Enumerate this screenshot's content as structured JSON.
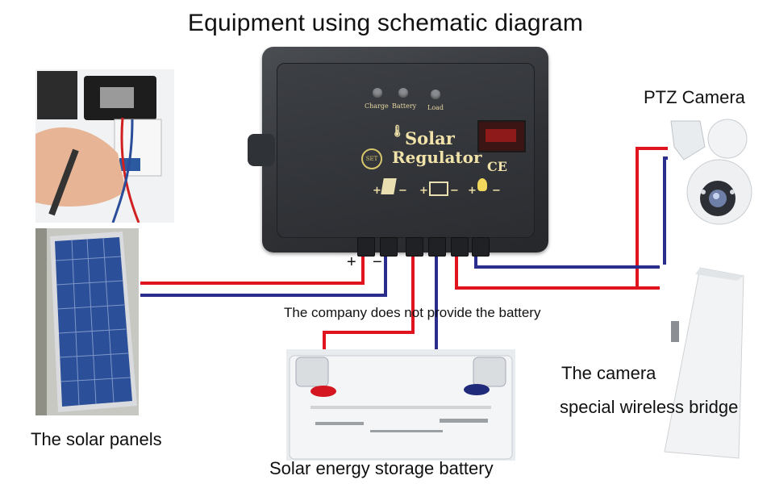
{
  "title": "Equipment using schematic diagram",
  "regulator": {
    "led_labels": [
      "Charge",
      "Battery",
      "Load"
    ],
    "name_line1": "Solar",
    "name_line2": "Regulator",
    "set_label": "SET",
    "ce_mark": "CE",
    "terminal_signs": [
      "+",
      "−",
      "+",
      "−",
      "+",
      "−"
    ]
  },
  "labels": {
    "plus": "+",
    "minus": "−",
    "note": "The company does not provide the battery",
    "solar_panels": "The solar panels",
    "battery": "Solar energy storage battery",
    "camera": "PTZ Camera",
    "bridge_line1": "The camera",
    "bridge_line2": "special wireless bridge"
  },
  "colors": {
    "positive_wire": "#e0141e",
    "negative_wire": "#2a2d8c",
    "panel_cell": "#2b4f98"
  }
}
